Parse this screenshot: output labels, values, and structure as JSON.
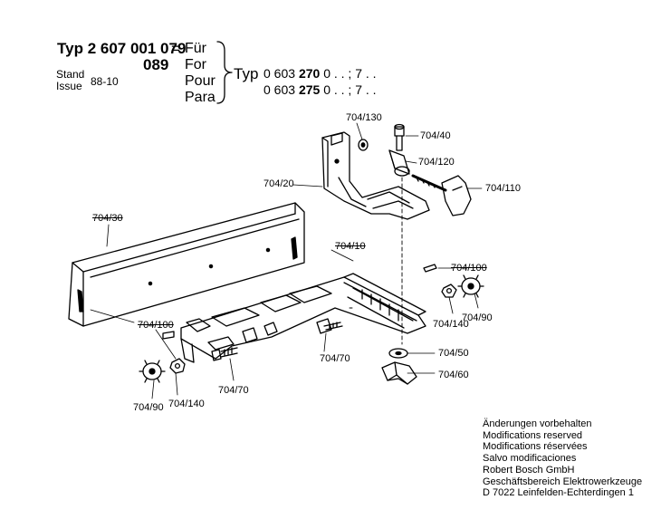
{
  "header": {
    "typ_prefix": "Typ",
    "typ_number": "2 607 001 079",
    "typ_suffix": "089",
    "equals": "=",
    "stand_label": "Stand",
    "issue_label": "Issue",
    "issue_value": "88-10",
    "languages": [
      "Für",
      "For",
      "Pour",
      "Para"
    ],
    "target_typ_label": "Typ",
    "target_line1_pre": "0 603",
    "target_line1_bold": "270",
    "target_line1_post": "0 . . ; 7 . .",
    "target_line2_pre": "0 603",
    "target_line2_bold": "275",
    "target_line2_post": "0 . . ; 7 . ."
  },
  "parts": [
    {
      "id": "704/130",
      "struck": false
    },
    {
      "id": "704/40",
      "struck": false
    },
    {
      "id": "704/120",
      "struck": false
    },
    {
      "id": "704/20",
      "struck": false
    },
    {
      "id": "704/110",
      "struck": false
    },
    {
      "id": "704/30",
      "struck": true
    },
    {
      "id": "704/10",
      "struck": true
    },
    {
      "id": "704/100",
      "struck": true
    },
    {
      "id": "704/140",
      "struck": false
    },
    {
      "id": "704/90",
      "struck": false
    },
    {
      "id": "704/100",
      "struck": true
    },
    {
      "id": "704/50",
      "struck": false
    },
    {
      "id": "704/70",
      "struck": false
    },
    {
      "id": "704/60",
      "struck": false
    },
    {
      "id": "704/70",
      "struck": false
    },
    {
      "id": "704/90",
      "struck": false
    },
    {
      "id": "704/140",
      "struck": false
    }
  ],
  "footer": {
    "lines": [
      "Änderungen vorbehalten",
      "Modifications reserved",
      "Modifications réservées",
      "Salvo modificaciones",
      "Robert Bosch GmbH",
      "Geschäftsbereich Elektrowerkzeuge",
      "D 7022 Leinfelden-Echterdingen 1"
    ]
  }
}
